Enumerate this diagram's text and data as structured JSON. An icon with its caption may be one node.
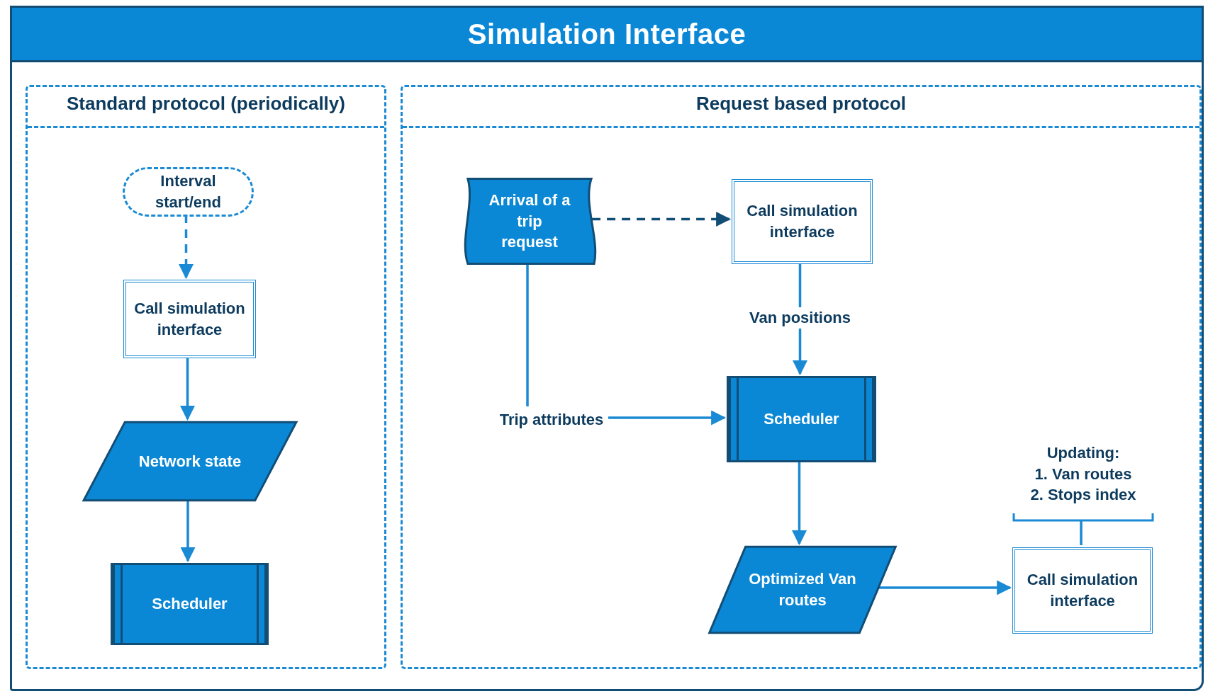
{
  "diagram": {
    "title": "Simulation Interface",
    "nodes": [
      {
        "text": [
          "Standard protocol (periodically)"
        ]
      },
      {
        "text": [
          "Interval start/end"
        ],
        "in": 0
      },
      {
        "text": [
          "Call simulation interface"
        ],
        "in": 0
      },
      {
        "text": [
          "Network state"
        ],
        "in": 0
      },
      {
        "text": [
          "Scheduler"
        ],
        "in": 0
      },
      {
        "text": [
          "Request based protocol"
        ]
      },
      {
        "text": [
          "Arrival of a trip request"
        ],
        "in": 5
      },
      {
        "text": [
          "Call simulation interface"
        ],
        "in": 5
      },
      {
        "text": [
          "Trip attributes"
        ],
        "in": 5
      },
      {
        "text": [
          "Scheduler"
        ],
        "in": 5
      },
      {
        "text": [
          "Optimized Van routes"
        ],
        "in": 5
      },
      {
        "text": [
          "Updating:",
          "1. Van routes",
          "2. Stops index"
        ],
        "in": 5
      },
      {
        "text": [
          "Call simulation interface"
        ],
        "in": 5
      }
    ],
    "edges": [
      {
        "from": 1,
        "to": 2,
        "arrow": "to",
        "style": "dashed"
      },
      {
        "from": 2,
        "to": 3,
        "arrow": "to"
      },
      {
        "from": 3,
        "to": 4,
        "arrow": "to"
      },
      {
        "from": 6,
        "to": 7,
        "arrow": "to",
        "style": "dashed",
        "color": "#124d75"
      },
      {
        "from": 7,
        "to": 9,
        "arrow": "to",
        "label": "Van positions"
      },
      {
        "from": 6,
        "to": 8,
        "arrow": "none"
      },
      {
        "from": 8,
        "to": 9,
        "arrow": "to"
      },
      {
        "from": 9,
        "to": 10,
        "arrow": "to"
      },
      {
        "from": 10,
        "to": 12,
        "arrow": "to"
      },
      {
        "from": 11,
        "to": 12,
        "arrow": "none"
      }
    ]
  }
}
